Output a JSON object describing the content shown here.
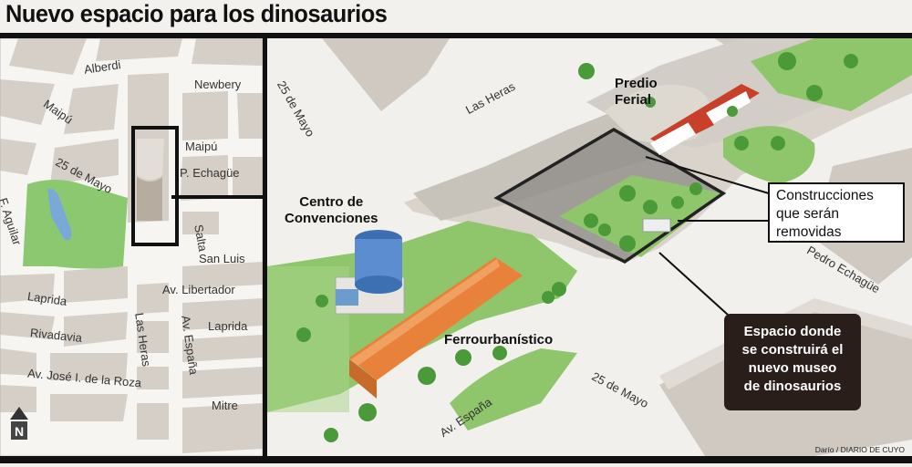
{
  "title": "Nuevo espacio para los dinosaurios",
  "credit": "Darío / DIARIO DE CUYO",
  "locator_map": {
    "streets": {
      "alberdi": "Alberdi",
      "newbery": "Newbery",
      "maipu_left": "Maipú",
      "maipu_right": "Maipú",
      "echague": "P. Echagüe",
      "veinticinco": "25 de Mayo",
      "aguilar": "F. Aguilar",
      "salta": "Salta",
      "san_luis": "San Luis",
      "libertador": "Av. Libertador",
      "laprida_left": "Laprida",
      "laprida_right": "Laprida",
      "rivadavia": "Rivadavia",
      "las_heras": "Las Heras",
      "espana": "Av. España",
      "de_la_roza": "Av. José I. de la Roza",
      "mitre": "Mitre"
    },
    "north_label": "N"
  },
  "detail_map": {
    "streets": {
      "veinticinco_top": "25 de Mayo",
      "las_heras": "Las Heras",
      "echague": "Pedro Echagüe",
      "veinticinco_bottom": "25 de Mayo",
      "espana": "Av. España"
    },
    "places": {
      "predio": "Predio\nFerial",
      "centro": "Centro de\nConvenciones",
      "ferro": "Ferrourbanístico"
    },
    "callouts": {
      "removed": "Construcciones\nque serán\nremovidas",
      "museum": "Espacio donde\nse construirá el\nnuevo museo\nde dinosaurios"
    }
  },
  "colors": {
    "park_green": "#7cc15a",
    "building_gray": "#d7d2cb",
    "roof_orange": "#e8823a",
    "roof_red": "#c8402a",
    "callout_dark": "#2a1e1a"
  }
}
